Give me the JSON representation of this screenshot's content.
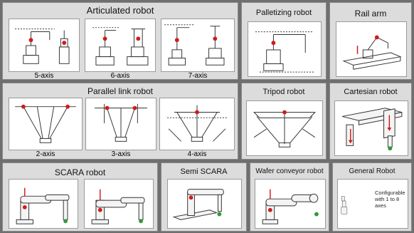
{
  "panels": {
    "articulated": {
      "title": "Articulated robot",
      "sub": [
        "5-axis",
        "6-axis",
        "7-axis"
      ]
    },
    "palletizing": {
      "title": "Palletizing robot"
    },
    "rail": {
      "title": "Rail arm"
    },
    "parallel": {
      "title": "Parallel link robot",
      "sub": [
        "2-axis",
        "3-axis",
        "4-axis"
      ]
    },
    "tripod": {
      "title": "Tripod robot"
    },
    "cartesian": {
      "title": "Cartesian robot"
    },
    "scara": {
      "title": "SCARA robot"
    },
    "semi_scara": {
      "title": "Semi SCARA"
    },
    "wafer": {
      "title": "Wafer conveyor robot"
    },
    "general": {
      "title": "General Robot",
      "note": "Configurable with 1 to 8 axes"
    }
  },
  "colors": {
    "background": "#6f6f6f",
    "panel": "#dcdcdc",
    "accent_red": "#d21a1a",
    "accent_green": "#2e9b3a",
    "line": "#333333"
  }
}
